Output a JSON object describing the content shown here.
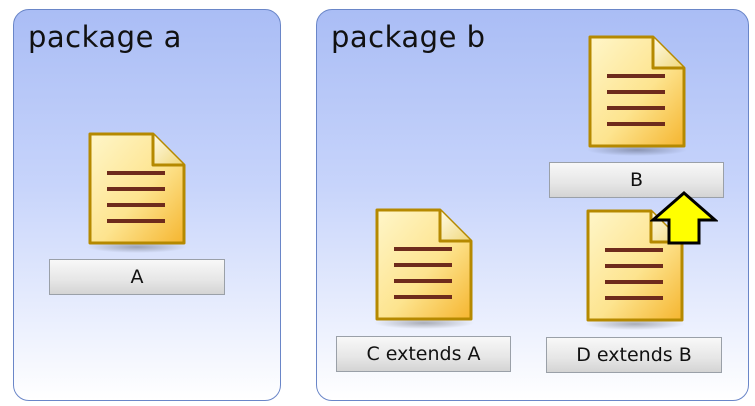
{
  "packages": {
    "a": {
      "title": "package a"
    },
    "b": {
      "title": "package b"
    }
  },
  "classes": {
    "a": "A",
    "b": "B",
    "c": "C extends A",
    "d": "D extends B"
  },
  "icons": {
    "file": "document-icon",
    "inheritance_arrow": "up-arrow-icon"
  },
  "colors": {
    "package_border": "#6a86c8",
    "package_fill_top": "#aabdf5",
    "doc_fill": "#fbe59a",
    "doc_border": "#b58900",
    "doc_lines": "#6e2b1c",
    "arrow_fill": "#ffff00",
    "arrow_border": "#000000"
  }
}
